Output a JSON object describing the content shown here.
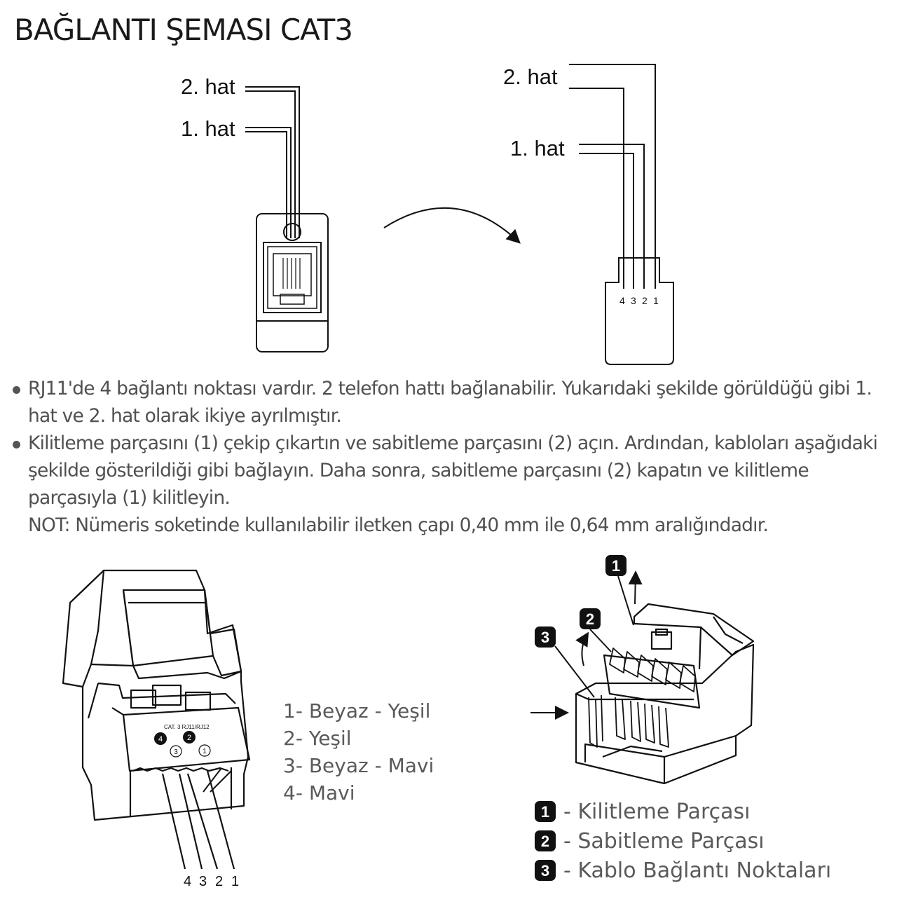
{
  "title": "BAĞLANTI ŞEMASI CAT3",
  "top_diagram": {
    "left_labels": [
      "2. hat",
      "1. hat"
    ],
    "right_labels": [
      "2. hat",
      "1. hat"
    ],
    "plug_pin_numbers": [
      "4",
      "3",
      "2",
      "1"
    ]
  },
  "notes": {
    "bullet1": "RJ11'de 4 bağlantı noktası vardır. 2 telefon hattı bağlanabilir. Yukarıdaki şekilde görüldüğü gibi 1. hat ve 2. hat olarak ikiye ayrılmıştır.",
    "bullet2": "Kilitleme parçasını (1) çekip çıkartın ve sabitleme parçasını (2) açın. Ardından, kabloları aşağıdaki şekilde  gösterildiği gibi bağlayın. Daha sonra, sabitleme parçasını (2) kapatın ve kilitleme parçasıyla (1) kilitleyin.",
    "note": "NOT: Nümeris soketinde kullanılabilir iletken çapı 0,40 mm ile 0,64 mm aralığındadır."
  },
  "module": {
    "marking": "CAT. 3 RJ11/RJ12",
    "filled_markers": [
      "4",
      "2"
    ],
    "outline_markers": [
      "3",
      "1"
    ],
    "pin_numbers": [
      "4",
      "3",
      "2",
      "1"
    ]
  },
  "color_code": [
    "1- Beyaz - Yeşil",
    "2- Yeşil",
    "3- Beyaz - Mavi",
    "4- Mavi"
  ],
  "parts_callouts": [
    "1",
    "2",
    "3"
  ],
  "legend": [
    {
      "num": "1",
      "text": "- Kilitleme Parçası"
    },
    {
      "num": "2",
      "text": "- Sabitleme Parçası"
    },
    {
      "num": "3",
      "text": "- Kablo Bağlantı Noktaları"
    }
  ]
}
